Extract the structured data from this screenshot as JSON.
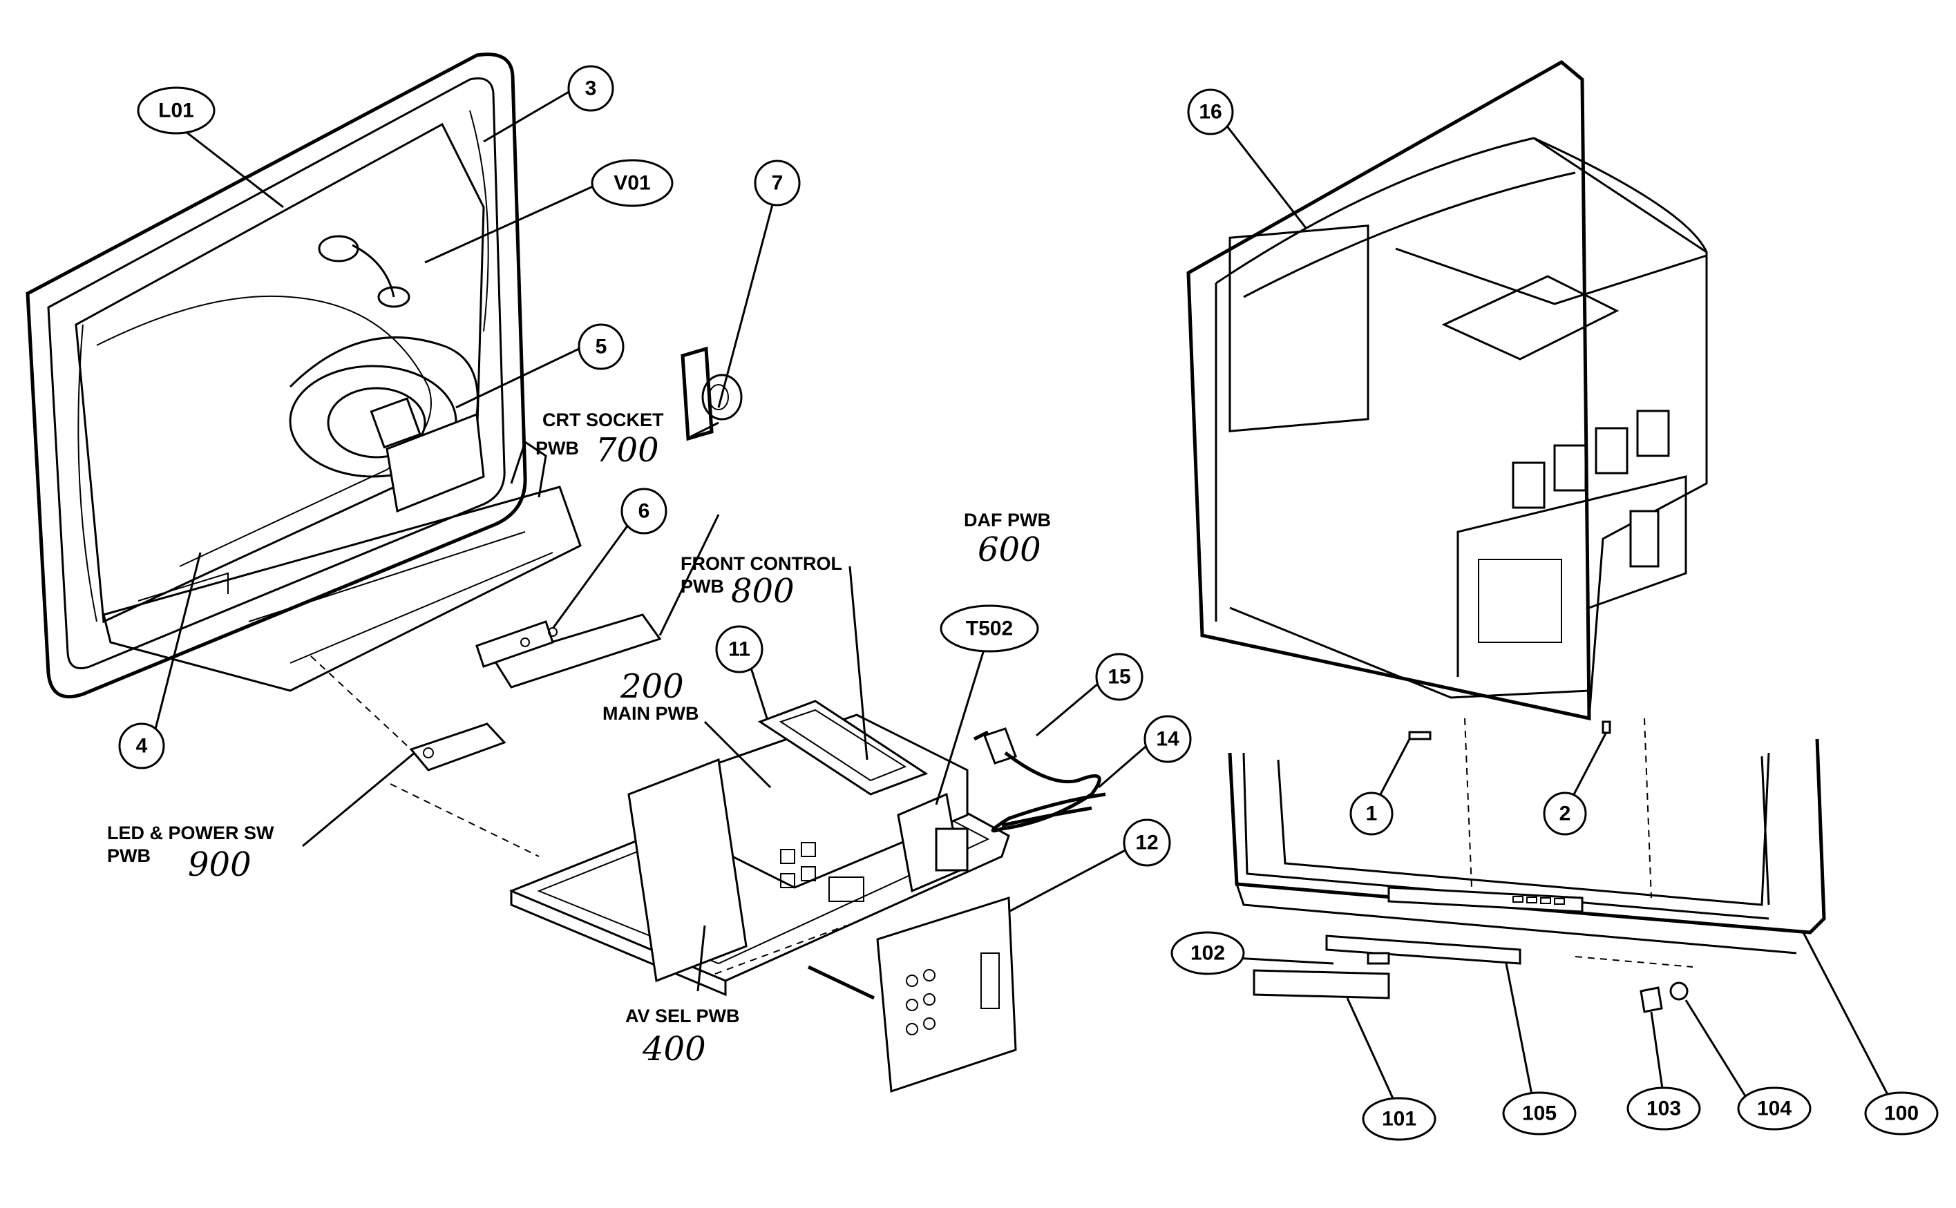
{
  "callouts": {
    "L01": "L01",
    "c3": "3",
    "V01": "V01",
    "c7": "7",
    "c5": "5",
    "c6": "6",
    "c4": "4",
    "c11": "11",
    "T502": "T502",
    "c15": "15",
    "c14": "14",
    "c12": "12",
    "c16": "16",
    "c1": "1",
    "c2": "2",
    "c102": "102",
    "c101": "101",
    "c105": "105",
    "c103": "103",
    "c104": "104",
    "c100": "100"
  },
  "boards": {
    "crt_socket": {
      "line1": "CRT SOCKET",
      "line2": "PWB",
      "number": "700"
    },
    "front_control": {
      "line1": "FRONT CONTROL",
      "line2": "PWB",
      "number": "800"
    },
    "daf": {
      "line1": "DAF PWB",
      "number": "600"
    },
    "main": {
      "number": "200",
      "line1": "MAIN PWB"
    },
    "led_power": {
      "line1": "LED & POWER SW",
      "line2": "PWB",
      "number": "900"
    },
    "av_sel": {
      "line1": "AV SEL PWB",
      "number": "400"
    }
  }
}
